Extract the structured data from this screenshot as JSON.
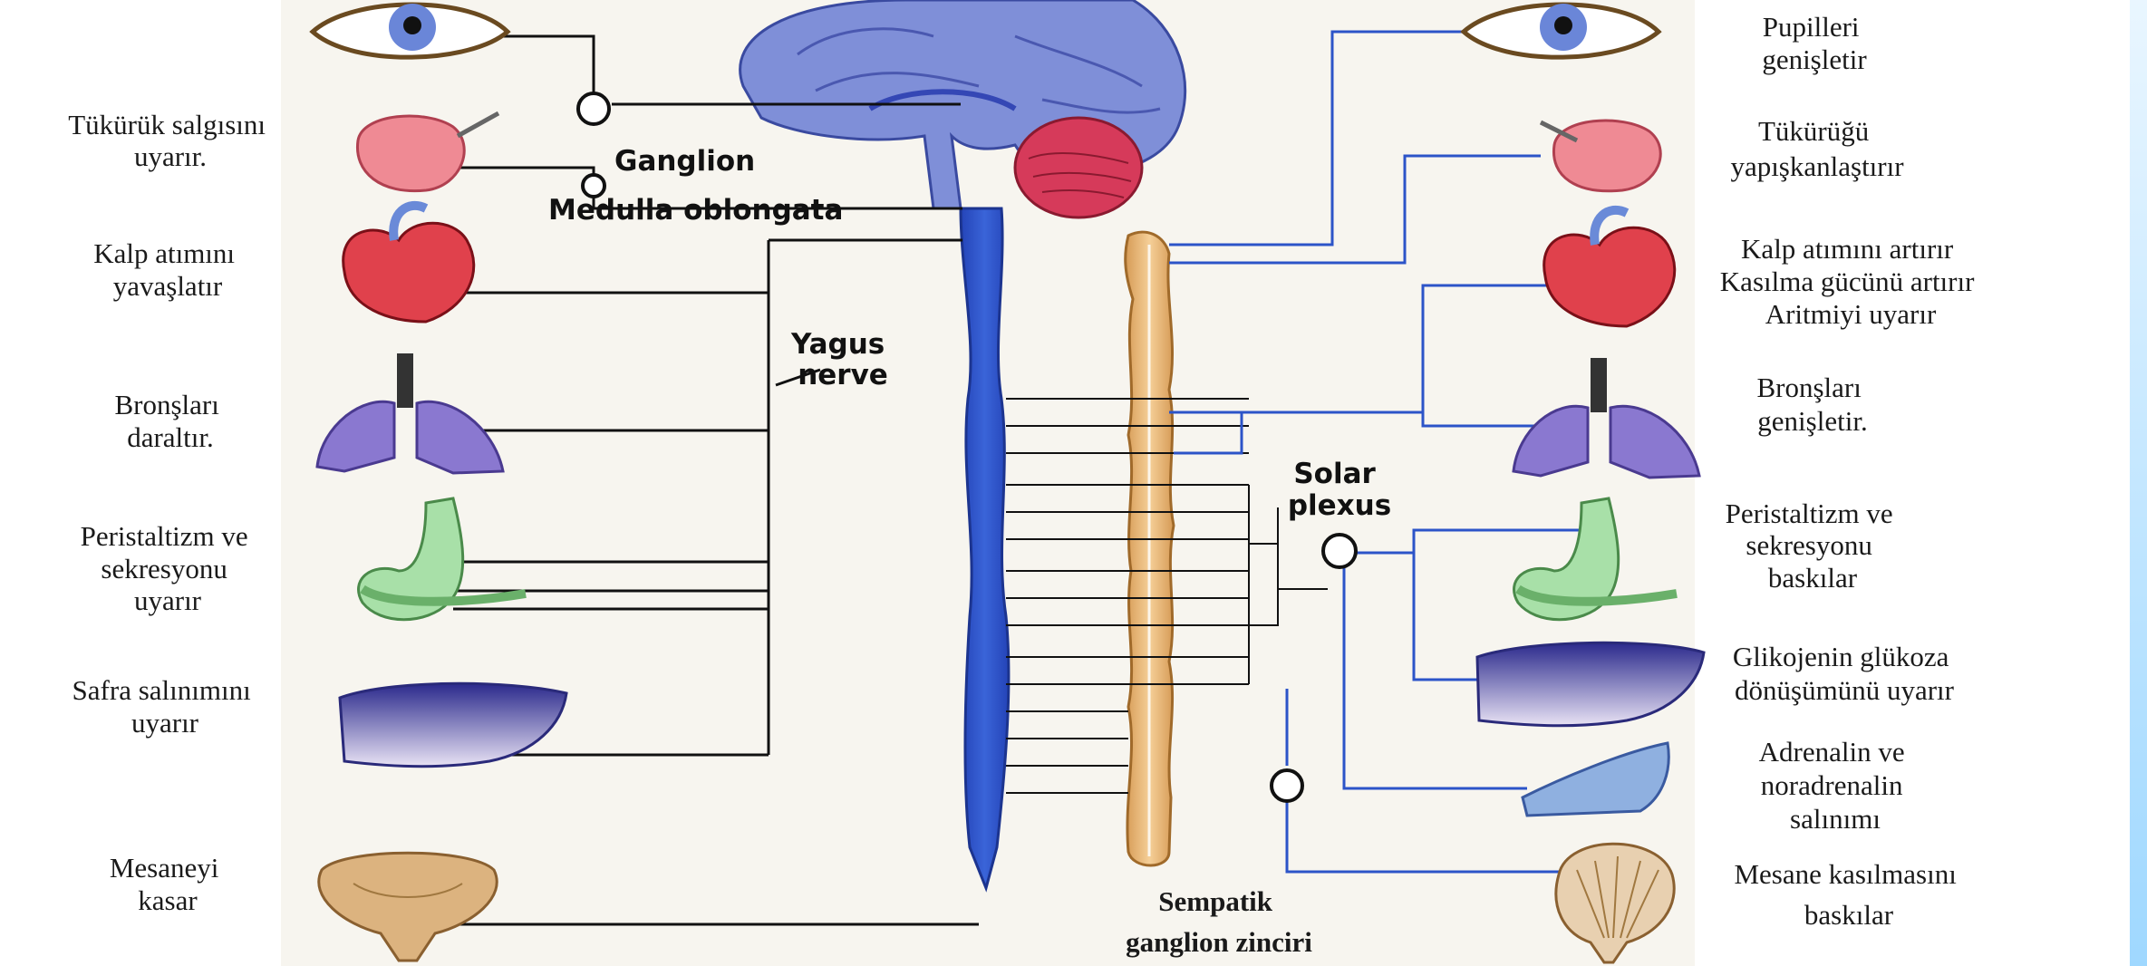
{
  "diagram": {
    "parasympathetic": {
      "saliva": [
        "Tükürük salgısını",
        "uyarır."
      ],
      "heart": [
        "Kalp atımını",
        "yavaşlatır"
      ],
      "bronchi": [
        "Bronşları",
        "daraltır."
      ],
      "stomach": [
        "Peristaltizm ve",
        "sekresyonu",
        "uyarır"
      ],
      "bile": [
        "Safra salınımını",
        "uyarır"
      ],
      "bladder": [
        "Mesaneyi",
        "kasar"
      ]
    },
    "sympathetic": {
      "pupils": [
        "Pupilleri",
        "genişletir"
      ],
      "saliva": [
        "Tükürüğü",
        "yapışkanlaştırır"
      ],
      "heart": [
        "Kalp atımını artırır",
        "Kasılma gücünü artırır",
        "Aritmiyi uyarır"
      ],
      "bronchi": [
        "Bronşları",
        "genişletir."
      ],
      "stomach": [
        "Peristaltizm ve",
        "sekresyonu",
        "baskılar"
      ],
      "liver": [
        "Glikojenin glükoza",
        "dönüşümünü uyarır"
      ],
      "adrenal": [
        "Adrenalin ve",
        "noradrenalin",
        "salınımı"
      ],
      "bladder": [
        "Mesane kasılmasını",
        "baskılar"
      ]
    },
    "center": {
      "ganglion": "Ganglion",
      "medulla": "Medulla oblongata",
      "vagus": [
        "Yagus",
        "nerve"
      ],
      "solar": [
        "Solar",
        "plexus"
      ],
      "chain": [
        "Sempatik",
        "ganglion zinciri"
      ]
    }
  },
  "colors": {
    "nerve_blue": "#2c54c8",
    "brain": "#7f8fd8",
    "cerebellum": "#d63a5a",
    "sympathetic_chain": "#e8b878",
    "organ_pink": "#ef8a94",
    "heart_red": "#e0414c",
    "lung_purple": "#8a78d0",
    "stomach_green": "#a8e0a8",
    "liver_purple": "#4a3fa8",
    "bladder_tan": "#dcb37f",
    "side_strip": "#b9e5ff"
  }
}
